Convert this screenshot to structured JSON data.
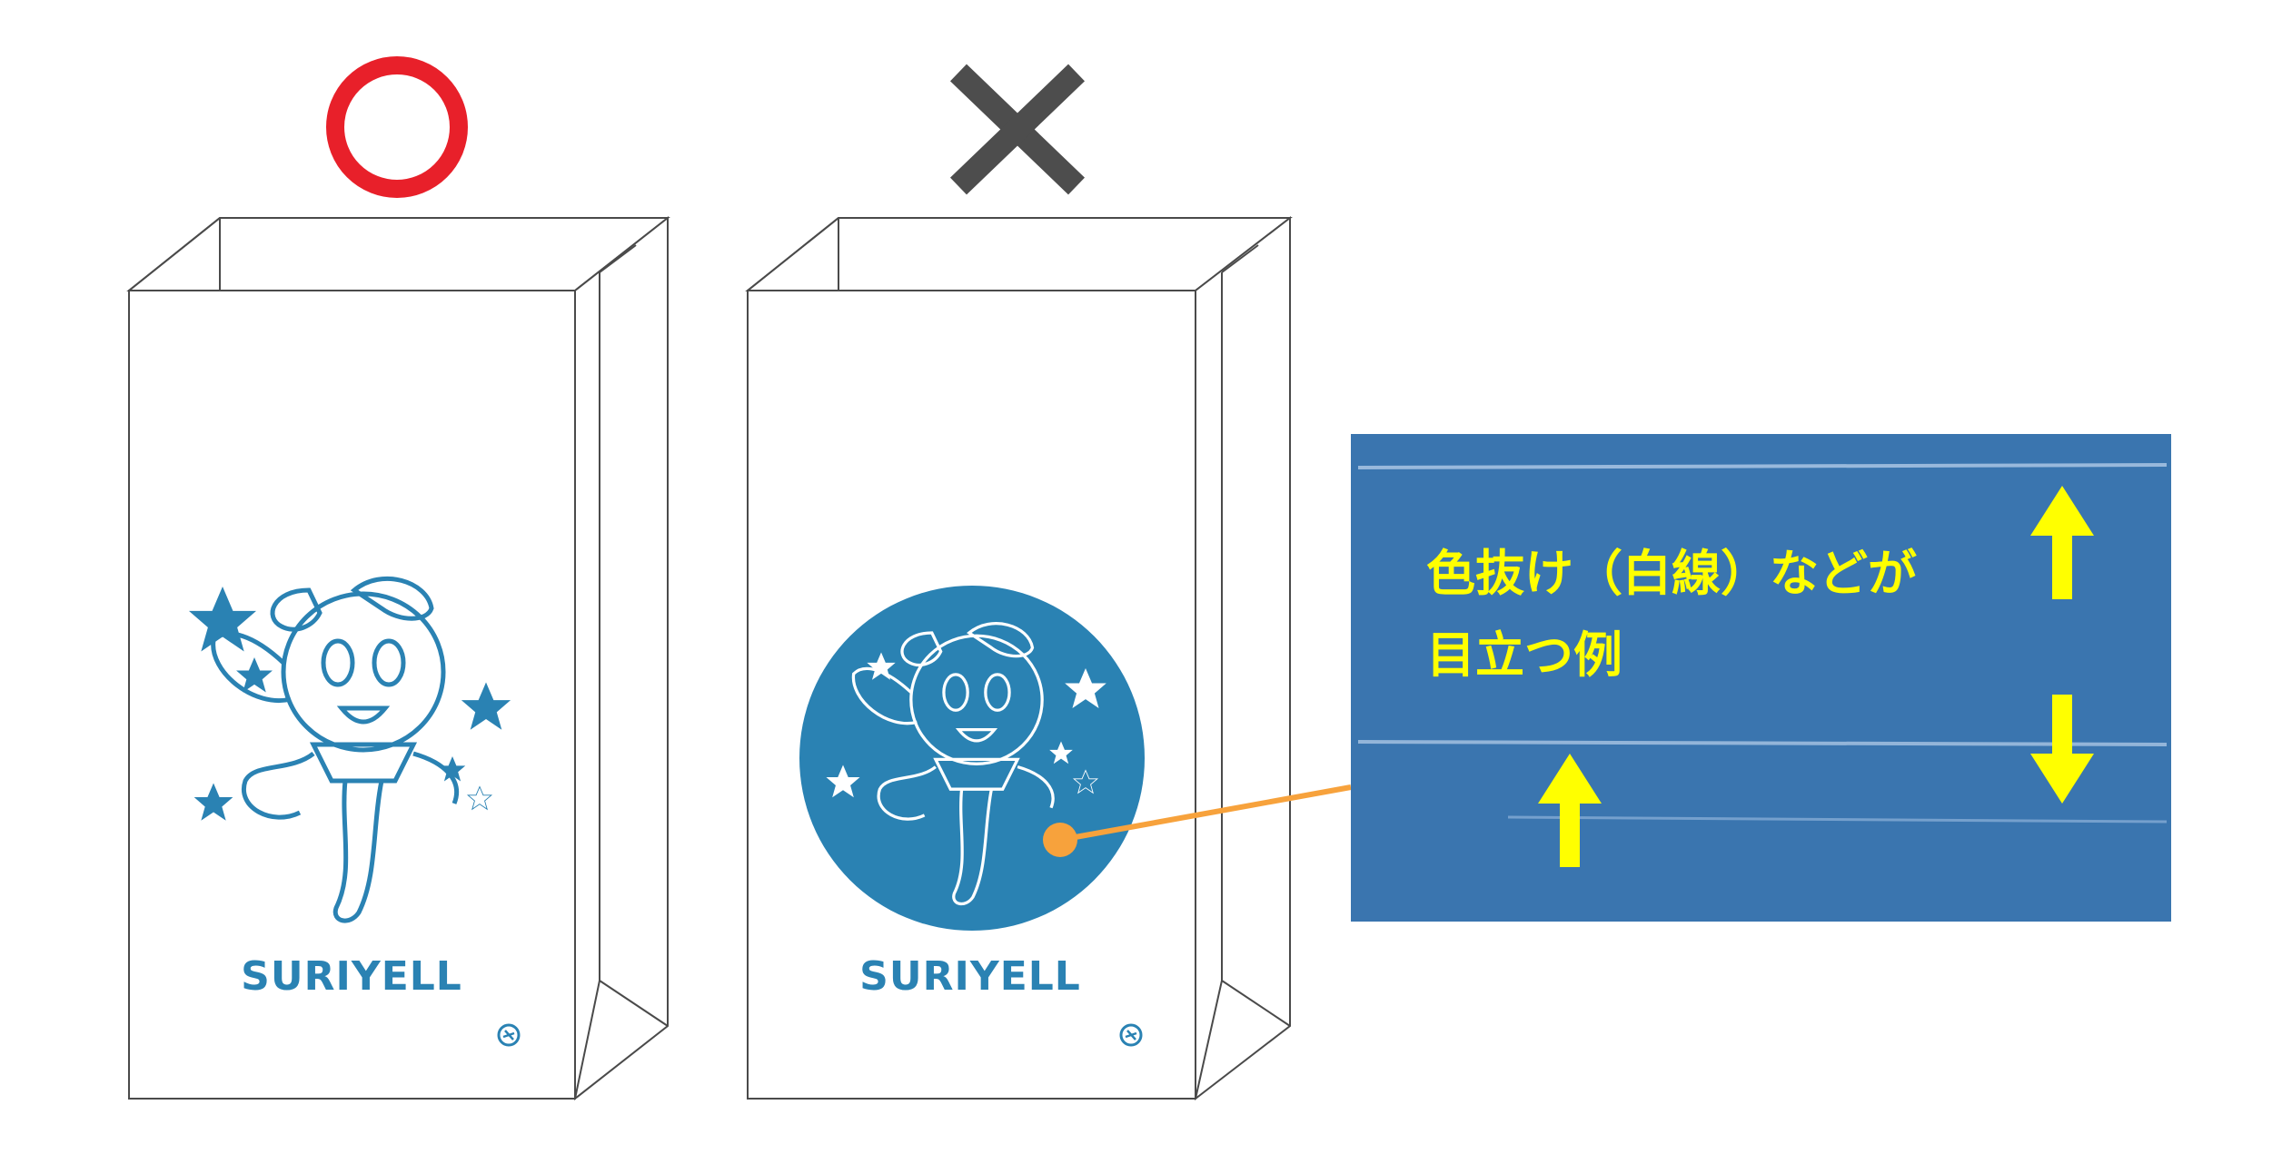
{
  "colors": {
    "brand_blue": "#2a82b3",
    "good_mark": "#e8202a",
    "bad_mark": "#4d4d4d",
    "leader": "#f7a23c",
    "panel_blue": "#3e78b2",
    "note_yellow": "#ffff00"
  },
  "marks": {
    "good": "○",
    "bad": "✕"
  },
  "bags": [
    {
      "id": "good",
      "brand": "SURIYELL",
      "design": "outline-character"
    },
    {
      "id": "bad",
      "brand": "SURIYELL",
      "design": "solid-circle"
    }
  ],
  "closeup": {
    "note_line1": "色抜け（白線）などが",
    "note_line2": "目立つ例"
  },
  "icons": [
    "circle-mark-icon",
    "cross-mark-icon",
    "star-icon",
    "recycle-icon",
    "arrow-up-icon",
    "arrow-down-icon"
  ]
}
